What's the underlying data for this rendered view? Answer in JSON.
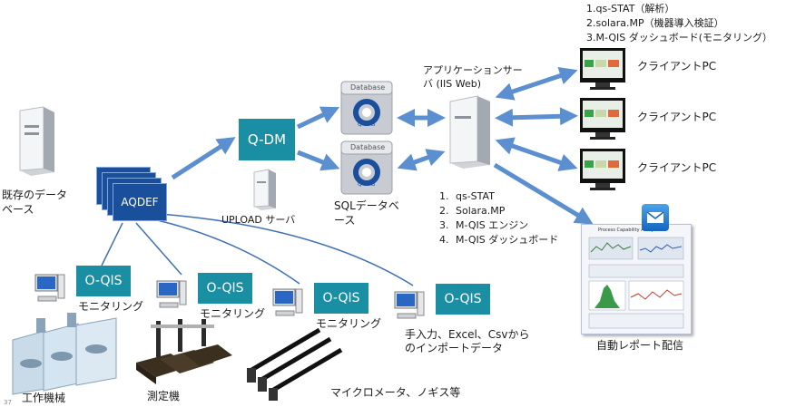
{
  "nodes": {
    "existing_data": "既存のデータベース",
    "aqdef": "AQDEF",
    "qdm": "Q-DM",
    "upload_server": "UPLOAD サーバ",
    "db_label": "Database",
    "db_sub": "Q-DAS",
    "sql_db": "SQLデータベース",
    "app_server": "アプリケーションサーバ (IIS Web)",
    "client_pc": "クライアントPC",
    "auto_report": "自動レポート配信",
    "report_header": "Process Capability Analysis"
  },
  "server_modules": [
    "qs-STAT",
    "Solara.MP",
    "M-QIS エンジン",
    "M-QIS ダッシュボード"
  ],
  "client_functions": [
    "1.qs-STAT（解析）",
    "2.solara.MP（機器導入検証）",
    "3.M-QIS ダッシュボード(モニタリング）"
  ],
  "oqis": {
    "label": "O-QIS",
    "monitoring": "モニタリング",
    "manual": "手入力、Excel、Csvからのインポートデータ"
  },
  "devices": {
    "machine_tool": "工作機械",
    "measuring": "測定機",
    "gauges": "マイクロメータ、ノギス等"
  },
  "page_number": "37",
  "colors": {
    "teal": "#1a8fa3",
    "navy": "#1a4f9c",
    "arrow": "#5b8fd0"
  }
}
